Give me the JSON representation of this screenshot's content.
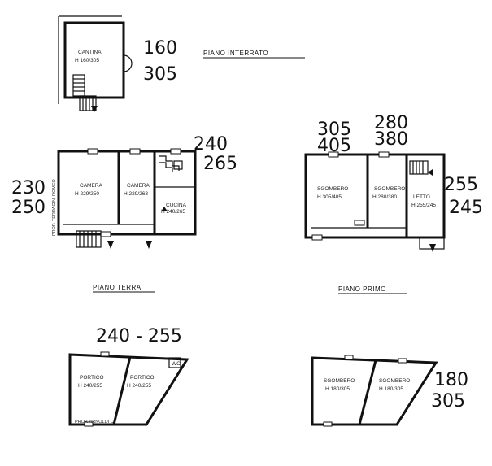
{
  "levels": {
    "basement": {
      "title": "PIANO INTERRATO",
      "heights_a": "160",
      "heights_b": "305",
      "rooms": [
        {
          "name": "CANTINA",
          "height": "H 160/305"
        }
      ]
    },
    "ground": {
      "title": "PIANO TERRA",
      "heights_left_a": "230",
      "heights_left_b": "250",
      "heights_right_a": "240",
      "heights_right_b": "265",
      "side_label": "PROP. TERRACINI ROMEO",
      "rooms": [
        {
          "name": "CAMERA",
          "height": "H 229/250"
        },
        {
          "name": "CAMERA",
          "height": "H 229/263"
        },
        {
          "name": "CUCINA",
          "height": "H 240/265"
        }
      ]
    },
    "first": {
      "title": "PIANO PRIMO",
      "heights_top_left_a": "305",
      "heights_top_left_b": "405",
      "heights_top_right_a": "280",
      "heights_top_right_b": "380",
      "heights_right_a": "255",
      "heights_right_b": "245",
      "rooms": [
        {
          "name": "SGOMBERO",
          "height": "H 305/405"
        },
        {
          "name": "SGOMBERO",
          "height": "H 280/380"
        },
        {
          "name": "LETTO",
          "height": "H 255/245"
        }
      ]
    },
    "porch": {
      "heights": "240 - 255",
      "side_label": "PROP. ARNOLDI C.",
      "wc_label": "WC",
      "rooms": [
        {
          "name": "PORTICO",
          "height": "H 240/255"
        },
        {
          "name": "PORTICO",
          "height": "H 240/255"
        }
      ]
    },
    "storage": {
      "heights_a": "180",
      "heights_b": "305",
      "rooms": [
        {
          "name": "SGOMBERO",
          "height": "H 180/305"
        },
        {
          "name": "SGOMBERO",
          "height": "H 180/305"
        }
      ]
    }
  }
}
